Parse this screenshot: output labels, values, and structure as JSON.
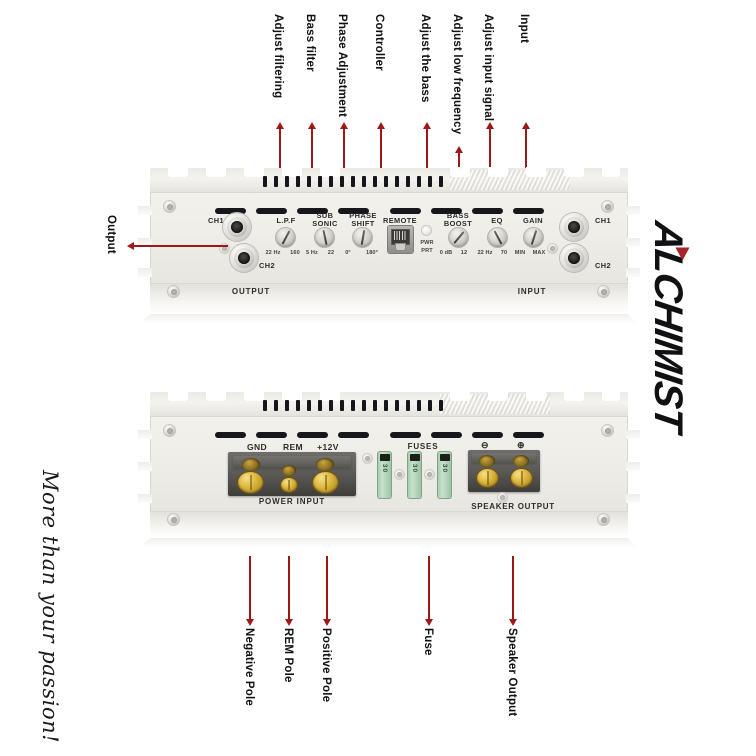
{
  "page": {
    "title": "Car Amplifier Annotated Diagram",
    "accent_red": "#9d1818",
    "brand_red": "#a8242c",
    "body_color": "#f2f1ec"
  },
  "brand": {
    "name": "ALCHIMIST",
    "tagline": "More than your passion!"
  },
  "top_callouts": [
    {
      "label": "Adjust filtering",
      "key": "adjust-filtering"
    },
    {
      "label": "Bass filter",
      "key": "bass-filter"
    },
    {
      "label": "Phase Adjustment",
      "key": "phase-adjustment"
    },
    {
      "label": "Controller",
      "key": "controller"
    },
    {
      "label": "Adjust the bass",
      "key": "adjust-the-bass"
    },
    {
      "label": "Adjust low frequency",
      "key": "adjust-low-frequency"
    },
    {
      "label": "Adjust input signal",
      "key": "adjust-input-signal"
    },
    {
      "label": "Input",
      "key": "input"
    }
  ],
  "side_callouts": [
    {
      "label": "Output",
      "key": "output"
    }
  ],
  "bottom_callouts": [
    {
      "label": "Negative Pole",
      "key": "negative-pole"
    },
    {
      "label": "REM Pole",
      "key": "rem-pole"
    },
    {
      "label": "Positive Pole",
      "key": "positive-pole"
    },
    {
      "label": "Fuse",
      "key": "fuse"
    },
    {
      "label": "Speaker Output",
      "key": "speaker-output"
    }
  ],
  "front_panel": {
    "ch1_left": "CH1",
    "ch2_left": "CH2",
    "output_label": "OUTPUT",
    "ch1_right": "CH1",
    "ch2_right": "CH2",
    "input_label": "INPUT",
    "controls": [
      {
        "name": "L.P.F",
        "scale_left": "22 Hz",
        "scale_right": "160"
      },
      {
        "name": "SUB SONIC",
        "scale_left": "5 Hz",
        "scale_right": "22"
      },
      {
        "name": "PHASE SHIFT",
        "scale_left": "0°",
        "scale_right": "180°"
      },
      {
        "name": "BASS BOOST",
        "scale_left": "0 dB",
        "scale_right": "12"
      },
      {
        "name": "EQ",
        "scale_left": "22 Hz",
        "scale_right": "70"
      },
      {
        "name": "GAIN",
        "scale_left": "MIN",
        "scale_right": "MAX"
      }
    ],
    "remote_label": "REMOTE",
    "led_line1": "PWR",
    "led_line2": "PRT"
  },
  "rear_panel": {
    "gnd_label": "GND",
    "rem_label": "REM",
    "pos_label": "+12V",
    "power_input_label": "POWER INPUT",
    "fuses_label": "FUSES",
    "fuse_rating": "30",
    "fuse_count": 3,
    "speaker_output_label": "SPEAKER OUTPUT",
    "speaker_minus": "⊖",
    "speaker_plus": "⊕"
  }
}
